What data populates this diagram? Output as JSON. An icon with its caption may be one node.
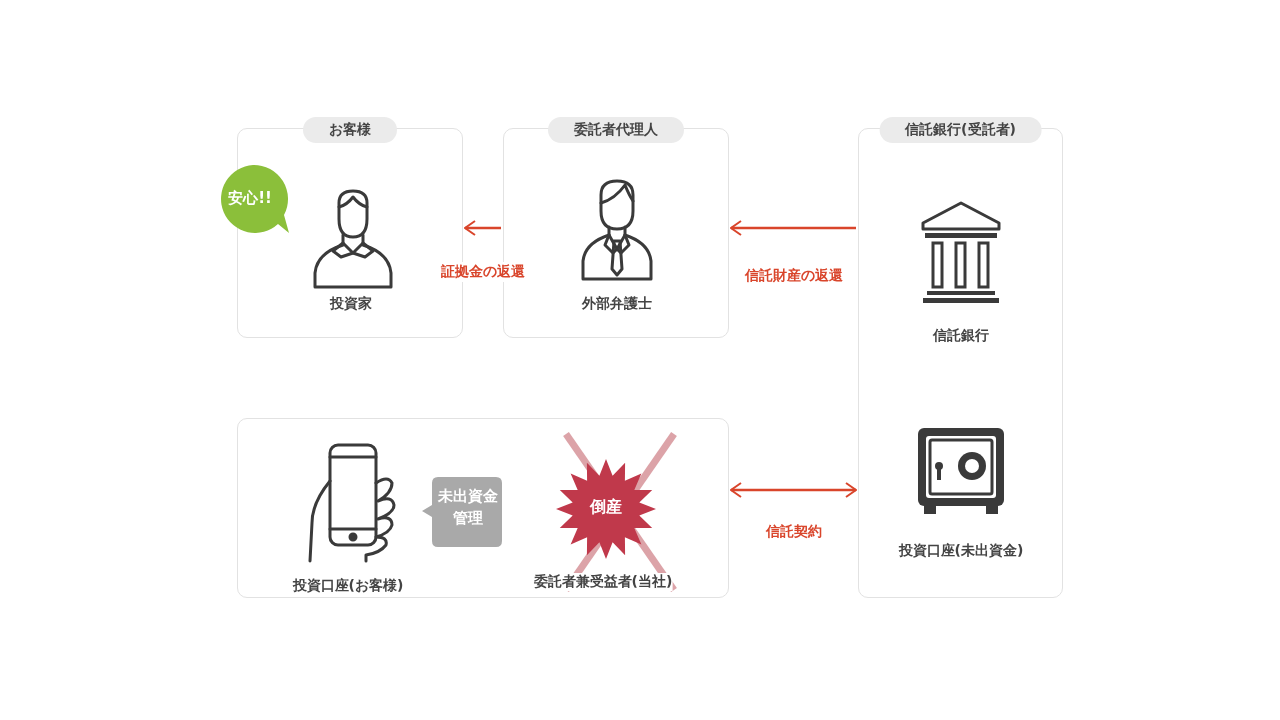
{
  "diagram": {
    "nodes": [
      {
        "text": [
          "お客様",
          "投資家"
        ]
      },
      {
        "text": [
          "安心!!"
        ]
      },
      {
        "text": [
          "委託者代理人",
          "外部弁護士"
        ]
      },
      {
        "text": [
          "信託銀行(受託者)"
        ]
      },
      {
        "text": [
          "信託銀行"
        ],
        "in": 3
      },
      {
        "text": [
          "投資口座(未出資金)"
        ],
        "in": 3
      },
      {
        "text": [],
        "shape": "box"
      },
      {
        "text": [
          "投資口座(お客様)"
        ],
        "in": 6
      },
      {
        "text": [
          "未出資金管理"
        ],
        "in": 6
      },
      {
        "text": [
          "倒産"
        ],
        "in": 6,
        "beside": [
          "委託者兼受益者(当社)"
        ]
      }
    ],
    "edges": [
      {
        "from": 2,
        "to": 0,
        "arrow": "to",
        "label": "証拠金の返還"
      },
      {
        "from": 3,
        "to": 2,
        "arrow": "to",
        "label": "信託財産の返還"
      },
      {
        "from": 6,
        "to": 3,
        "arrow": "both",
        "label": "信託契約"
      }
    ]
  }
}
